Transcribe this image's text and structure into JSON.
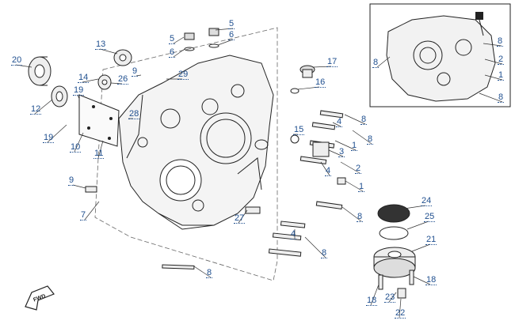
{
  "callouts": [
    {
      "id": "20",
      "text": "20"
    },
    {
      "id": "13",
      "text": "13"
    },
    {
      "id": "5a",
      "text": "5"
    },
    {
      "id": "6a",
      "text": "6"
    },
    {
      "id": "5b",
      "text": "5"
    },
    {
      "id": "6b",
      "text": "6"
    },
    {
      "id": "9a",
      "text": "9"
    },
    {
      "id": "29",
      "text": "29"
    },
    {
      "id": "14",
      "text": "14"
    },
    {
      "id": "26",
      "text": "26"
    },
    {
      "id": "17",
      "text": "17"
    },
    {
      "id": "16",
      "text": "16"
    },
    {
      "id": "19a",
      "text": "19"
    },
    {
      "id": "12",
      "text": "12"
    },
    {
      "id": "28",
      "text": "28"
    },
    {
      "id": "19b",
      "text": "19"
    },
    {
      "id": "10",
      "text": "10"
    },
    {
      "id": "11",
      "text": "11"
    },
    {
      "id": "8a",
      "text": "8"
    },
    {
      "id": "15",
      "text": "15"
    },
    {
      "id": "4a",
      "text": "4"
    },
    {
      "id": "8b",
      "text": "8"
    },
    {
      "id": "1a",
      "text": "1"
    },
    {
      "id": "3",
      "text": "3"
    },
    {
      "id": "2",
      "text": "2"
    },
    {
      "id": "4b",
      "text": "4"
    },
    {
      "id": "1b",
      "text": "1"
    },
    {
      "id": "9b",
      "text": "9"
    },
    {
      "id": "7",
      "text": "7"
    },
    {
      "id": "27",
      "text": "27"
    },
    {
      "id": "8c",
      "text": "8"
    },
    {
      "id": "4c",
      "text": "4"
    },
    {
      "id": "8d",
      "text": "8"
    },
    {
      "id": "8e",
      "text": "8"
    },
    {
      "id": "24",
      "text": "24"
    },
    {
      "id": "25",
      "text": "25"
    },
    {
      "id": "21",
      "text": "21"
    },
    {
      "id": "18a",
      "text": "18"
    },
    {
      "id": "18b",
      "text": "18"
    },
    {
      "id": "23",
      "text": "23"
    },
    {
      "id": "22",
      "text": "22"
    },
    {
      "id": "i8a",
      "text": "8"
    },
    {
      "id": "i8b",
      "text": "8"
    },
    {
      "id": "i2",
      "text": "2"
    },
    {
      "id": "i1",
      "text": "1"
    },
    {
      "id": "i8c",
      "text": "8"
    }
  ],
  "fwd_label": "FWD",
  "colors": {
    "callout": "#1f4f8f",
    "line": "#222222",
    "dash": "#555555"
  }
}
